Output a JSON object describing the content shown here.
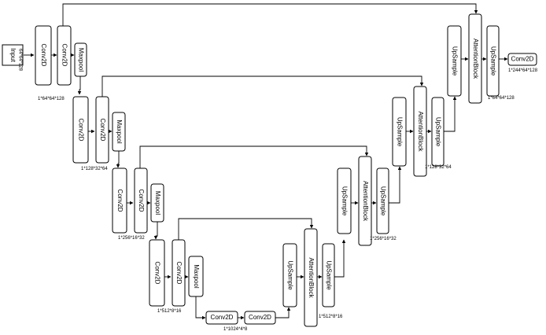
{
  "blocks": {
    "input": "Input",
    "enc1_conv_a": "Conv2D",
    "enc1_conv_b": "Conv2D",
    "enc1_pool": "Maxpool",
    "enc2_conv_a": "Conv2D",
    "enc2_conv_b": "Conv2D",
    "enc2_pool": "Maxpool",
    "enc3_conv_a": "Conv2D",
    "enc3_conv_b": "Conv2D",
    "enc3_pool": "Maxpool",
    "enc4_conv_a": "Conv2D",
    "enc4_conv_b": "Conv2D",
    "enc4_pool": "Maxpool",
    "bottleneck_conv_a": "Conv2D",
    "bottleneck_conv_b": "Conv2D",
    "dec4_upsample_a": "UpSample",
    "dec4_attention": "AttentionBlock",
    "dec4_upsample_b": "UpSample",
    "dec3_upsample_a": "UpSample",
    "dec3_attention": "AttentionBlock",
    "dec3_upsample_b": "UpSample",
    "dec2_upsample_a": "UpSample",
    "dec2_attention": "AttentionBlock",
    "dec2_upsample_b": "UpSample",
    "dec1_upsample_a": "UpSample",
    "dec1_attention": "AttentionBlock",
    "dec1_upsample_b": "UpSample",
    "output_conv": "Conv2D"
  },
  "dims": {
    "input": "64*64*128",
    "enc1": "1*64*64*128",
    "enc2": "1*128*32*64",
    "enc3": "1*256*16*32",
    "enc4": "1*512*8*16",
    "bottleneck": "1*1024*4*8",
    "dec4": "1*512*8*16",
    "dec3": "1*256*16*32",
    "dec2": "1*128*32*64",
    "dec1": "1*64*64*128",
    "output": "1*244*64*128"
  }
}
